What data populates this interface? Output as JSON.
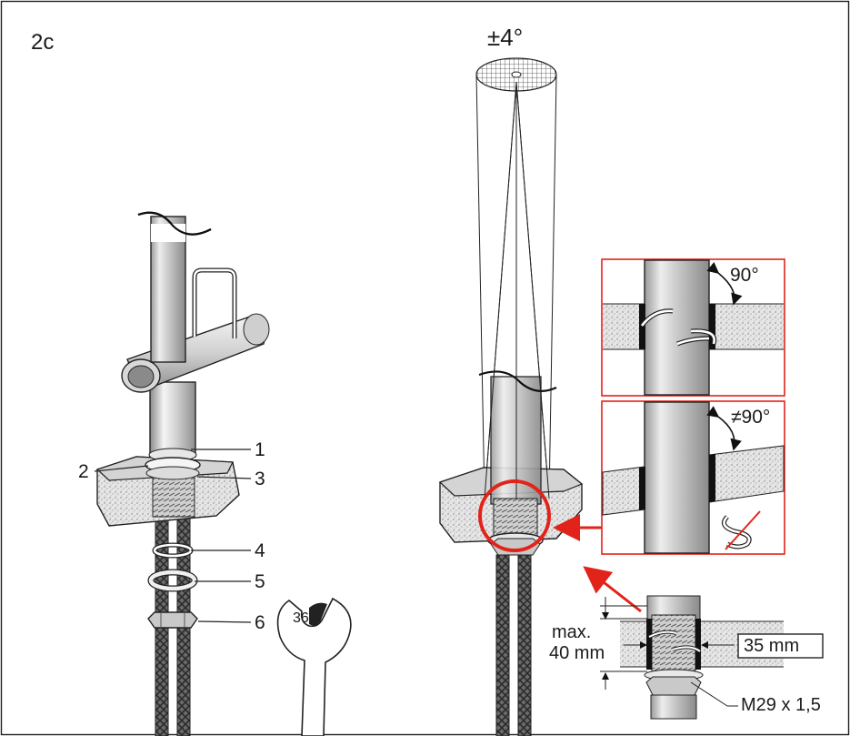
{
  "figure_id": "2c",
  "tilt_label": "±4°",
  "parts": [
    "1",
    "2",
    "3",
    "4",
    "5",
    "6"
  ],
  "wrench_size": "36",
  "detail_correct": {
    "angle": "90°"
  },
  "detail_incorrect": {
    "angle": "≠90°"
  },
  "mounting": {
    "max_line1": "max.",
    "max_line2": "40 mm",
    "hole_diameter": "35 mm",
    "thread": "M29 x 1,5"
  },
  "colors": {
    "frame": "#222222",
    "accent": "#e2231a",
    "metal_light": "#f2f2f2",
    "metal_dark": "#9a9a9a",
    "counter": "#d9d9d9"
  }
}
